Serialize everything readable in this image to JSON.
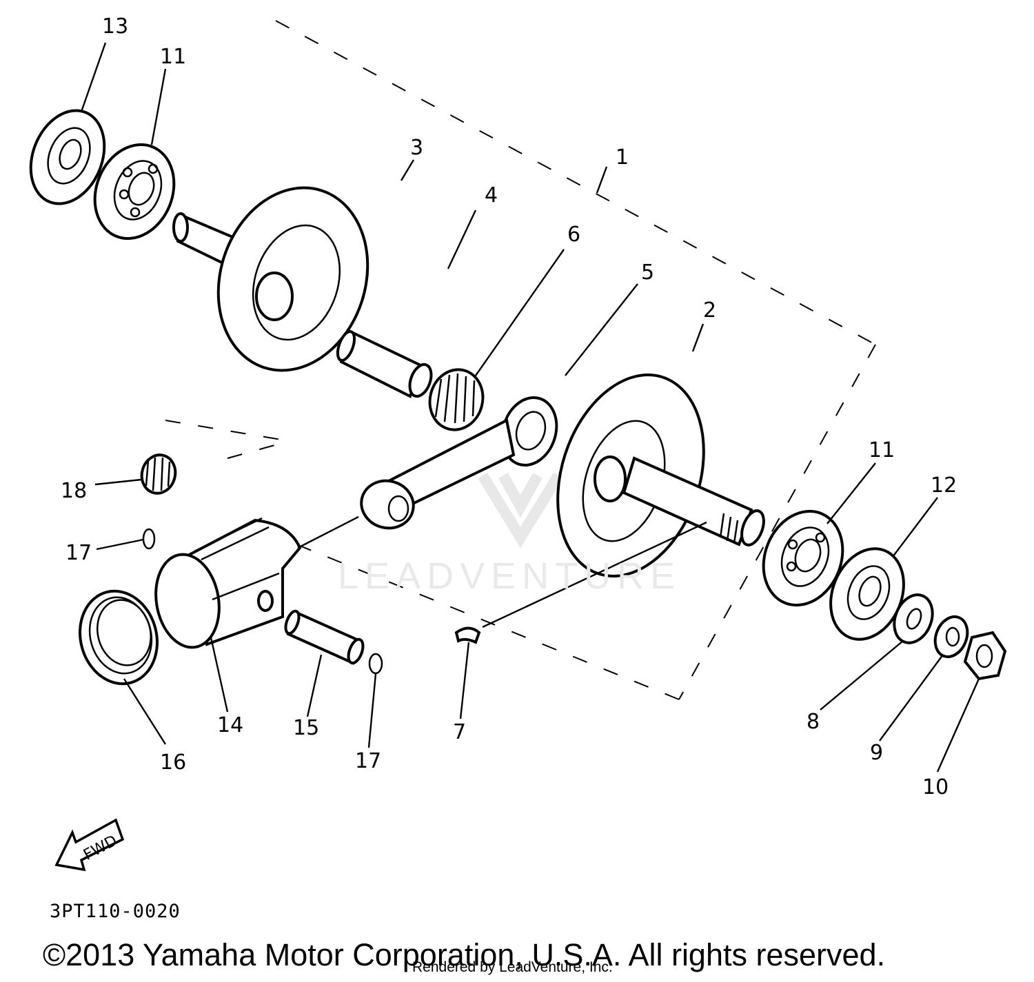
{
  "diagram": {
    "callouts": {
      "c1": "1",
      "c2": "2",
      "c3": "3",
      "c4": "4",
      "c5": "5",
      "c6": "6",
      "c7": "7",
      "c8": "8",
      "c9": "9",
      "c10": "10",
      "c11a": "11",
      "c11b": "11",
      "c12": "12",
      "c13": "13",
      "c14": "14",
      "c15": "15",
      "c16": "16",
      "c17a": "17",
      "c17b": "17",
      "c18": "18"
    },
    "fwd_label": "FWD",
    "drawing_code": "3PT110-0020"
  },
  "watermark": {
    "brand": "LEADVENTURE"
  },
  "footer": {
    "copyright": "©2013 Yamaha Motor Corporation, U.S.A. All rights reserved.",
    "rendered_by": "Rendered by LeadVenture, Inc."
  }
}
